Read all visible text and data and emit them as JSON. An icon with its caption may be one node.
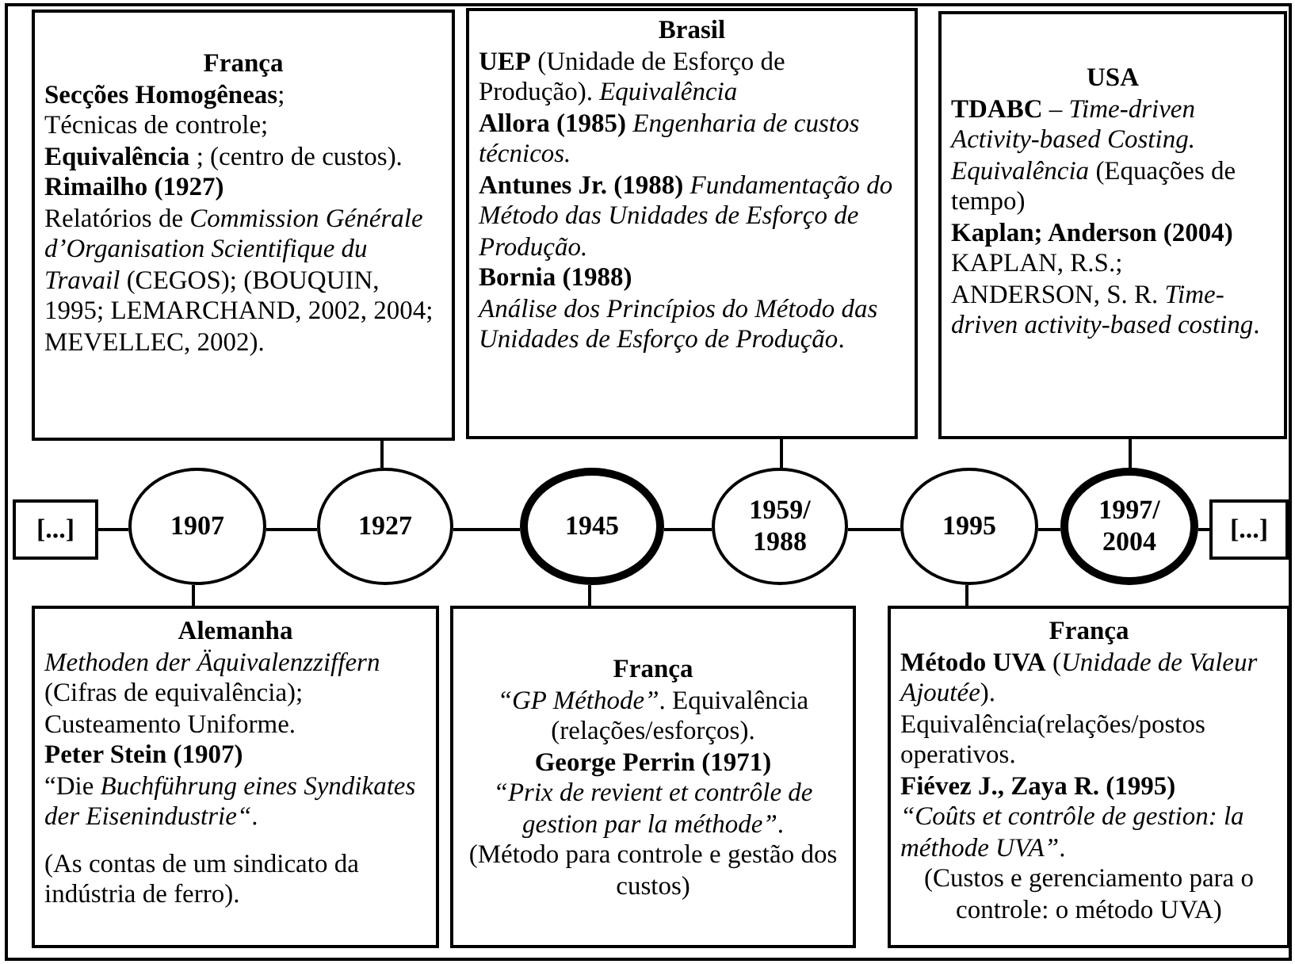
{
  "diagram": {
    "nodes": [
      {
        "text": [
          "França",
          "**Secções Homogêneas**;",
          "Técnicas de controle;",
          "**Equivalência** ; (centro de custos).",
          "Rimailho (1927)",
          "Relatórios de *Commission Générale d’Organisation Scientifique du Travail* (CEGOS); (BOUQUIN, 1995; LEMARCHAND, 2002, 2004; MEVELLEC, 2002)."
        ]
      },
      {
        "text": [
          "Brasil",
          "**UEP** (Unidade de Esforço de Produção). *Equivalência*",
          "**Allora (1985)**  *Engenharia de custos técnicos.*",
          "**Antunes Jr. (1988)** *Fundamentação do Método das Unidades de Esforço de Produção.*",
          "Bornia (1988)",
          "*Análise dos Princípios do Método das Unidades de Esforço de Produção*."
        ]
      },
      {
        "text": [
          "USA",
          "**TDABC** – *Time-driven Activity-based Costing. Equivalência* (Equações de tempo)",
          "Kaplan; Anderson (2004)",
          "KAPLAN, R.S.; ANDERSON, S. R. *Time-driven activity-based costing*."
        ]
      },
      {
        "text": [
          "[...]"
        ]
      },
      {
        "text": [
          "1907"
        ]
      },
      {
        "text": [
          "1927"
        ]
      },
      {
        "text": [
          "1945"
        ]
      },
      {
        "text": [
          "1959/ 1988"
        ]
      },
      {
        "text": [
          "1995"
        ]
      },
      {
        "text": [
          "1997/ 2004"
        ]
      },
      {
        "text": [
          "[...]"
        ]
      },
      {
        "text": [
          "Alemanha",
          "*Methoden der Äquivalenzziffern* (Cifras de equivalência); Custeamento Uniforme.",
          "Peter Stein (1907)",
          "“Die *Buchführung eines Syndikates der Eisenindustrie“*.",
          "(As contas de um sindicato da indústria de ferro)."
        ]
      },
      {
        "text": [
          "França",
          "*“GP Méthode”*. Equivalência (relações/esforços).",
          "George Perrin (1971)",
          "*“Prix de revient et contrôle de gestion par la méthode”*.",
          "(Método para controle e gestão dos custos)"
        ]
      },
      {
        "text": [
          "França",
          "**Método UVA** (*Unidade de Valeur Ajoutée*). Equivalência(relações/postos operativos.",
          "Fiévez J., Zaya R. (1995)",
          "*“Coûts et contrôle de gestion: la méthode UVA”*.",
          "(Custos e gerenciamento para o controle:  o método UVA)"
        ]
      }
    ],
    "edges": [
      {
        "from": 0,
        "to": 5,
        "arrow": "none"
      },
      {
        "from": 1,
        "to": 7,
        "arrow": "none"
      },
      {
        "from": 2,
        "to": 9,
        "arrow": "none"
      },
      {
        "from": 3,
        "to": 4,
        "arrow": "none"
      },
      {
        "from": 4,
        "to": 5,
        "arrow": "none"
      },
      {
        "from": 5,
        "to": 6,
        "arrow": "none"
      },
      {
        "from": 6,
        "to": 7,
        "arrow": "none"
      },
      {
        "from": 7,
        "to": 8,
        "arrow": "none"
      },
      {
        "from": 8,
        "to": 9,
        "arrow": "none"
      },
      {
        "from": 9,
        "to": 10,
        "arrow": "none"
      },
      {
        "from": 4,
        "to": 11,
        "arrow": "none"
      },
      {
        "from": 6,
        "to": 12,
        "arrow": "none"
      },
      {
        "from": 8,
        "to": 13,
        "arrow": "none"
      }
    ]
  }
}
